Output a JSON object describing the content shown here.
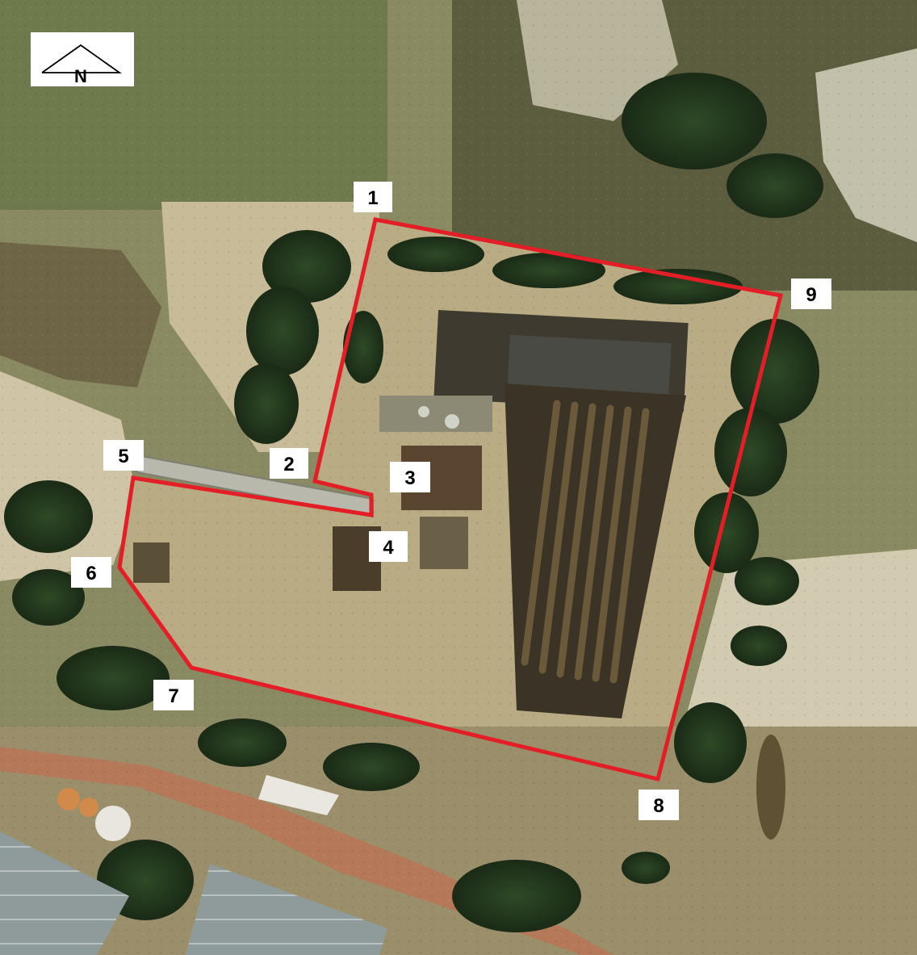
{
  "north_arrow": {
    "letter": "N",
    "icon": "north-arrow-icon"
  },
  "boundary_color": "#e41e26",
  "points": [
    {
      "id": "1",
      "label": "1"
    },
    {
      "id": "2",
      "label": "2"
    },
    {
      "id": "3",
      "label": "3"
    },
    {
      "id": "4",
      "label": "4"
    },
    {
      "id": "5",
      "label": "5"
    },
    {
      "id": "6",
      "label": "6"
    },
    {
      "id": "7",
      "label": "7"
    },
    {
      "id": "8",
      "label": "8"
    },
    {
      "id": "9",
      "label": "9"
    }
  ]
}
